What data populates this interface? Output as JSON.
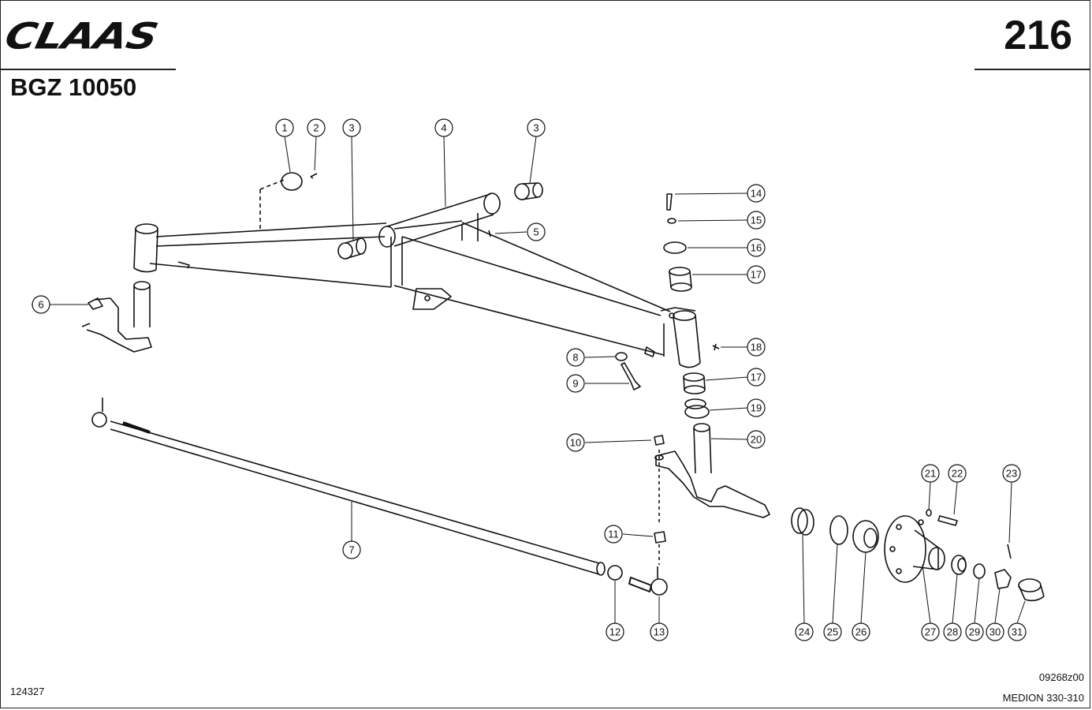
{
  "header": {
    "brand": "CLAAS",
    "page_number": "216",
    "group_code": "BGZ 10050"
  },
  "footer": {
    "left_code": "124327",
    "drawing_code": "09268z00",
    "model": "MEDION 330-310"
  },
  "callouts": [
    "1",
    "2",
    "3",
    "4",
    "3",
    "5",
    "6",
    "14",
    "15",
    "16",
    "17",
    "18",
    "8",
    "9",
    "17",
    "19",
    "10",
    "20",
    "7",
    "11",
    "12",
    "13",
    "21",
    "22",
    "23",
    "24",
    "25",
    "26",
    "27",
    "28",
    "29",
    "30",
    "31"
  ]
}
